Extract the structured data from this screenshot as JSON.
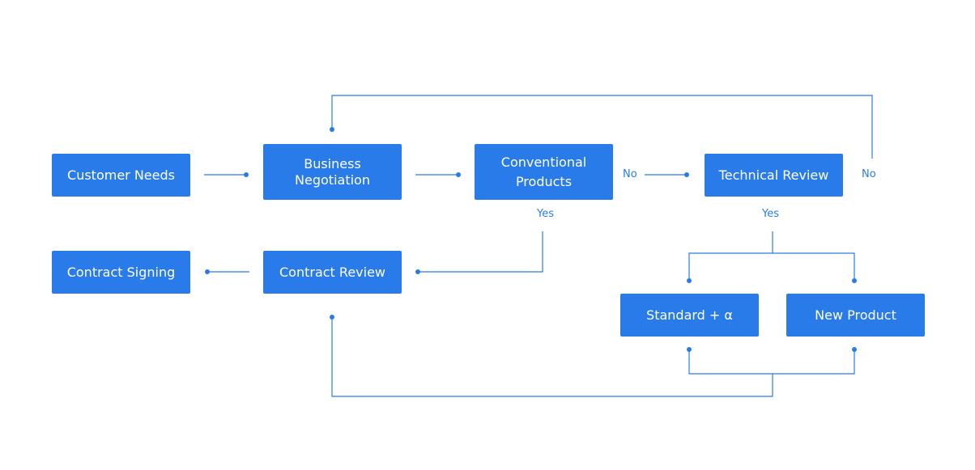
{
  "nodes": {
    "customer_needs": "Customer Needs",
    "business_negotiation": "Business\nNegotiation",
    "conventional_products": "Conventional\nProducts",
    "technical_review": "Technical Review",
    "contract_signing": "Contract Signing",
    "contract_review": "Contract Review",
    "standard_alpha": "Standard + α",
    "new_product": "New Product"
  },
  "labels": {
    "conventional_no": "No",
    "technical_no": "No",
    "conventional_yes": "Yes",
    "technical_yes": "Yes"
  },
  "colors": {
    "primary": "#2a7bea"
  }
}
